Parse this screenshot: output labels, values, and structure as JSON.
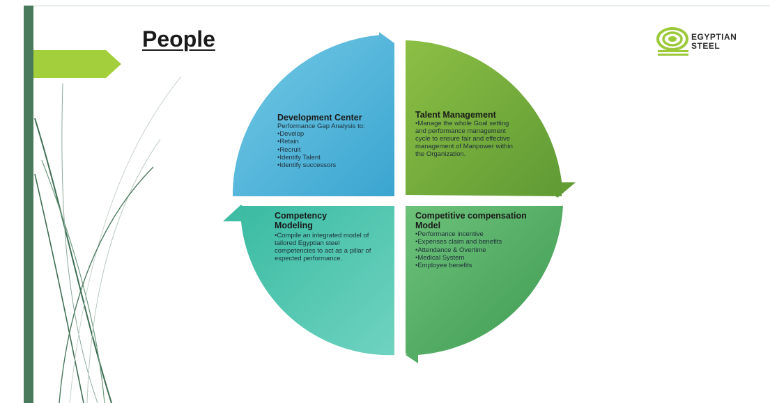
{
  "slide": {
    "title": "People",
    "logo": {
      "line1": "EGYPTIAN",
      "line2": "STEEL"
    }
  },
  "quadrants": {
    "development_center": {
      "heading": "Development Center",
      "subheading": "Performance Gap Analysis to:",
      "items": [
        "•Develop",
        "•Retain",
        "•Recruit",
        "•Identify Talent",
        "•Identify successors"
      ]
    },
    "talent_management": {
      "heading": "Talent Management",
      "text": "•Manage the whole Goal setting and performance management cycle to ensure fair and effective management of Manpower within the Organization."
    },
    "competency_modeling": {
      "heading": "Competency Modeling",
      "text": "•Compile an integrated model of tailored Egyptian steel competencies to act as a pillar of expected performance."
    },
    "compensation_model": {
      "heading": "Competitive compensation Model",
      "items": [
        "•Performance incentive",
        "•Expenses claim and benefits",
        "•Attendance & Overtime",
        "•Medical System",
        "•Employee benefits"
      ]
    }
  },
  "colors": {
    "development_center": "#4fb3d8",
    "talent_management": "#7aae3c",
    "competency_modeling": "#46c3ac",
    "compensation_model": "#5fb36a",
    "accent_tab": "#a4cf3c",
    "left_bar": "#4a7a5c"
  }
}
